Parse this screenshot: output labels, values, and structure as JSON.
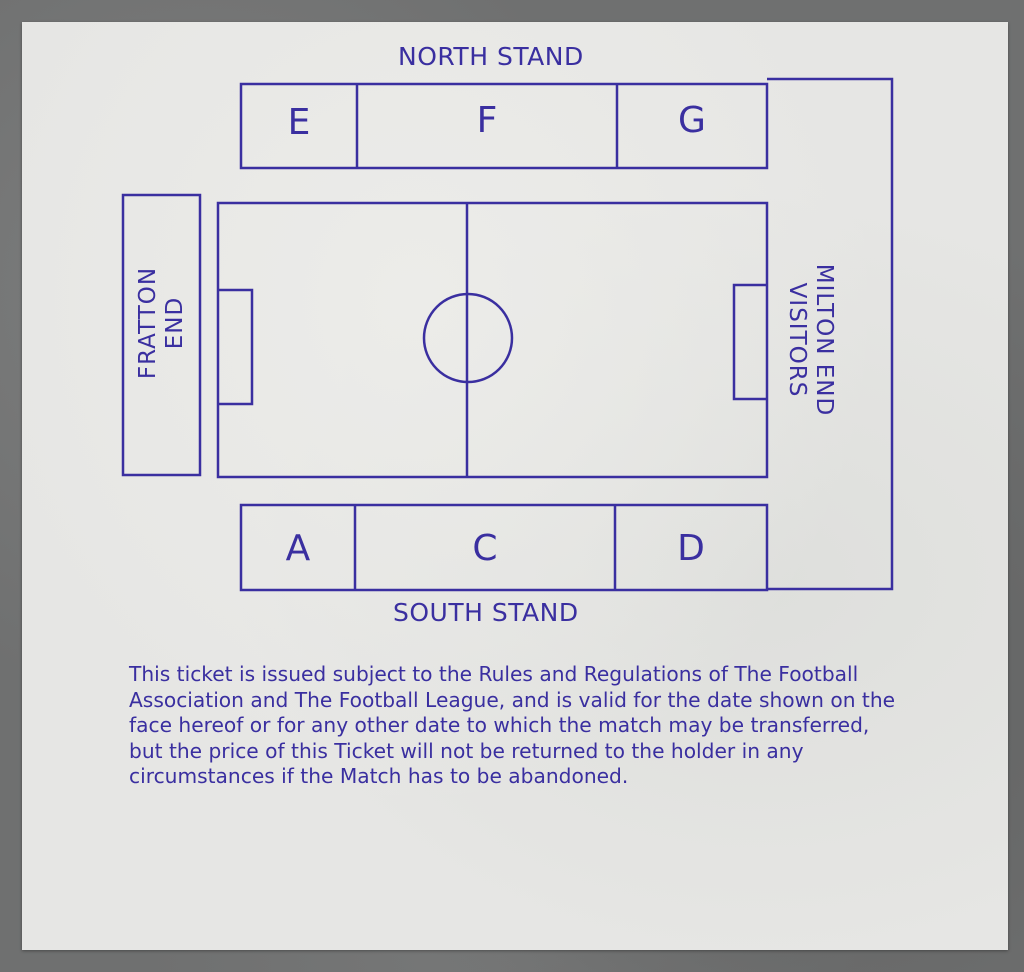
{
  "stands": {
    "north": "NORTH STAND",
    "south": "SOUTH STAND",
    "fratton": "FRATTON END",
    "milton": "MILTON END VISITORS"
  },
  "fratton_lines": [
    "FRATTON",
    "END"
  ],
  "milton_lines": [
    "MILTON END",
    "VISITORS"
  ],
  "north_sections": [
    "E",
    "F",
    "G"
  ],
  "south_sections": [
    "A",
    "C",
    "D"
  ],
  "terms": "This ticket is issued subject to the Rules and Regulations of The Football Association and The Football League, and is valid for the date shown on the face hereof or for any other date to which the match may be transferred, but the price of this Ticket will not be returned to the holder in any circumstances if the Match has to be abandoned.",
  "colors": {
    "ink": "#3a2fa0",
    "paper": "#e6e6e4",
    "background": "#6f7070"
  }
}
